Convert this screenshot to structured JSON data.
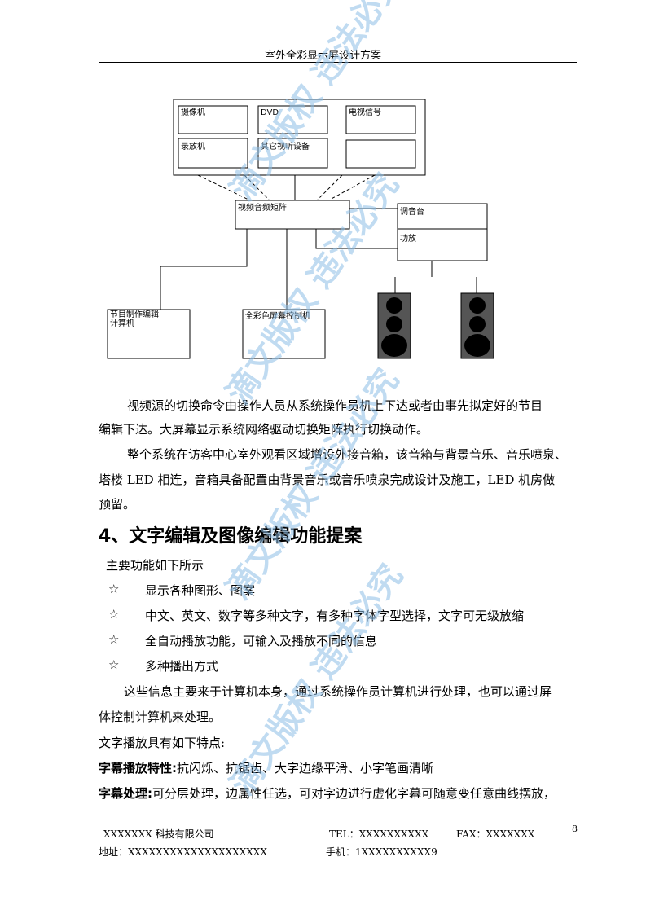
{
  "header": {
    "title": "室外全彩显示屏设计方案"
  },
  "diagram": {
    "sources": [
      "摄像机",
      "DVD",
      "电视信号",
      "录放机",
      "其它视听设备"
    ],
    "matrix": "视频音频矩阵",
    "audio": [
      "调音台",
      "功放"
    ],
    "editor": "节目制作编辑\n计算机",
    "controller": "全彩色屏幕控制机"
  },
  "body": {
    "p1_line1": "视频源的切换命令由操作人员从系统操作员机上下达或者由事先拟定好的节目",
    "p1_line2": "编辑下达。大屏幕显示系统网络驱动切换矩阵执行切换动作。",
    "p2_line1": "整个系统在访客中心室外观看区域增设外接音箱，该音箱与背景音乐、音乐喷泉、",
    "p2_line2": "塔楼 LED 相连，音箱具备配置由背景音乐或音乐喷泉完成设计及施工，LED 机房做",
    "p2_line3": "预留。",
    "section_title": "4、文字编辑及图像编辑功能提案",
    "intro": "主要功能如下所示",
    "star_symbol": "☆",
    "features": [
      "显示各种图形、图案",
      "中文、英文、数字等多种文字，有多种字体字型选择，文字可无级放缩",
      "全自动播放功能，可输入及播放不同的信息",
      "多种播出方式"
    ],
    "p3_line1": "这些信息主要来于计算机本身，通过系统操作员计算机进行处理，也可以通过屏",
    "p3_line2": "体控制计算机来处理。",
    "p4": "文字播放具有如下特点:",
    "f1_label": "字幕播放特性:",
    "f1_text": "抗闪烁、抗锯齿、大字边缘平滑、小字笔画清晰",
    "f2_label": "字幕处理:",
    "f2_text": "可分层处理，边属性任选，可对字边进行虚化字幕可随意变任意曲线摆放，"
  },
  "footer": {
    "company": "XXXXXXX 科技有限公司",
    "tel": "TEL：XXXXXXXXXX",
    "fax": "FAX：XXXXXXX",
    "page": "8",
    "address": "地址：XXXXXXXXXXXXXXXXXXXX",
    "mobile": "手机：1XXXXXXXXXX9"
  },
  "watermark": {
    "text": "滴文版权 违法必究"
  }
}
